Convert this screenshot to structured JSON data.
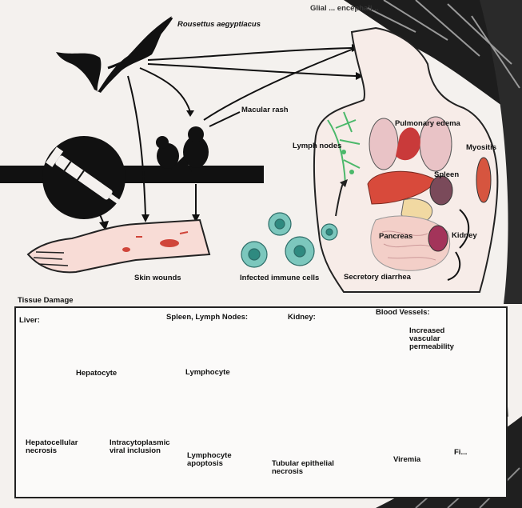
{
  "top": {
    "bat_label": "Rousettus aegyptiacus",
    "brain_label": "Glial ... encephali...",
    "macular_rash": "Macular rash",
    "lymph_nodes": "Lymph nodes",
    "pulmonary_edema": "Pulmonary edema",
    "myositis": "Myositis",
    "spleen": "Spleen",
    "pancreas": "Pancreas",
    "kidney": "Kidney",
    "skin_wounds": "Skin wounds",
    "infected_immune_cells": "Infected immune cells",
    "secretory_diarrhea": "Secretory diarrhea"
  },
  "tissue": {
    "heading": "Tissue Damage",
    "liver": "Liver:",
    "hepatocyte": "Hepatocyte",
    "hepatocellular_necrosis": "Hepatocellular necrosis",
    "intracytoplasmic": "Intracytoplasmic viral inclusion",
    "spleen_lymph": "Spleen, Lymph Nodes:",
    "lymphocyte": "Lymphocyte",
    "lymphocyte_apoptosis": "Lymphocyte apoptosis",
    "kidney": "Kidney:",
    "tubular": "Tubular epithelial necrosis",
    "blood_vessels": "Blood Vessels:",
    "permeability": "Increased vascular permeability",
    "viremia": "Viremia",
    "fib": "Fi..."
  },
  "colors": {
    "cell_pink": "#e8a9a4",
    "nucleus_red": "#d0453a",
    "teal": "#5fb7ae",
    "lilac": "#d8c6d8",
    "vessel": "#f0c7bf"
  }
}
